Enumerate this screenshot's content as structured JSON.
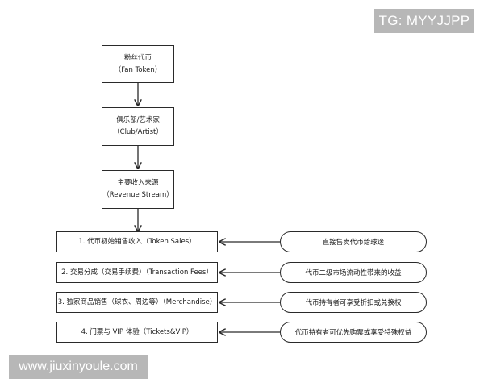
{
  "watermarks": {
    "telegram": "TG: MYYJJPP",
    "website": "www.jiuxinyoule.com"
  },
  "flow": {
    "fan_token": {
      "line1": "粉丝代币",
      "line2": "（Fan Token）"
    },
    "club_artist": {
      "line1": "俱乐部/艺术家",
      "line2": "（Club/Artist）"
    },
    "revenue_stream": {
      "line1": "主要收入来源",
      "line2": "（Revenue Stream）"
    }
  },
  "revenue_items": [
    {
      "label": "1. 代币初始销售收入（Token Sales）",
      "note": "直接售卖代币给球迷"
    },
    {
      "label": "2. 交易分成（交易手续费）（Transaction Fees）",
      "note": "代币二级市场流动性带来的收益"
    },
    {
      "label": "3. 独家商品销售（球衣、周边等）（Merchandise）",
      "note": "代币持有者可享受折扣或兑换权"
    },
    {
      "label": "4. 门票与 VIP 体验（Tickets&VIP）",
      "note": "代币持有者可优先购票或享受特殊权益"
    }
  ],
  "colors": {
    "stroke": "#2a2a2a",
    "watermark_bg": "#b7b7b7"
  }
}
